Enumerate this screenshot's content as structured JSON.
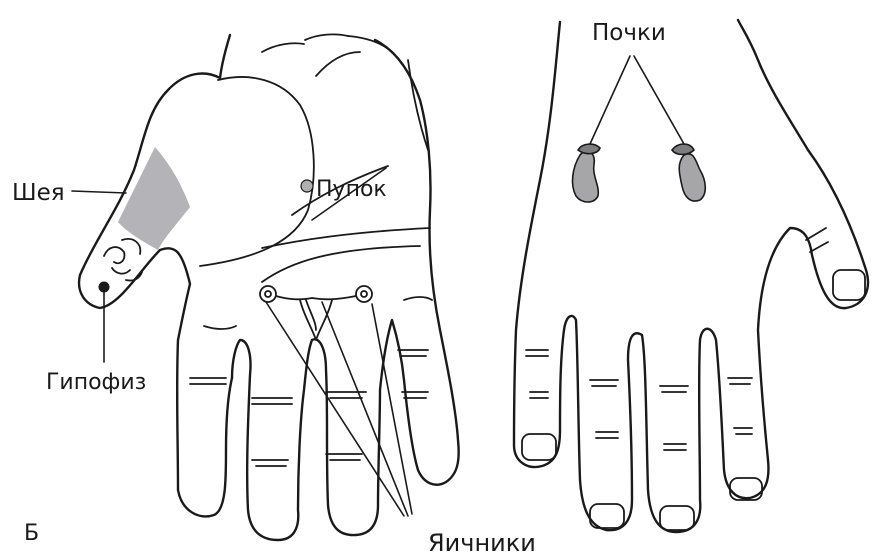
{
  "labels": {
    "neck": "Шея",
    "navel": "Пупок",
    "pituitary": "Гипофиз",
    "kidneys": "Почки",
    "ovaries": "Яичники",
    "panel": "Б"
  },
  "colors": {
    "zone_fill": "#b3b3b8",
    "kidney_fill": "#a6a6a9",
    "kidney_cap": "#7d7d80",
    "navel_dot": "#b0b0b0",
    "ink": "#1a1a1a"
  }
}
